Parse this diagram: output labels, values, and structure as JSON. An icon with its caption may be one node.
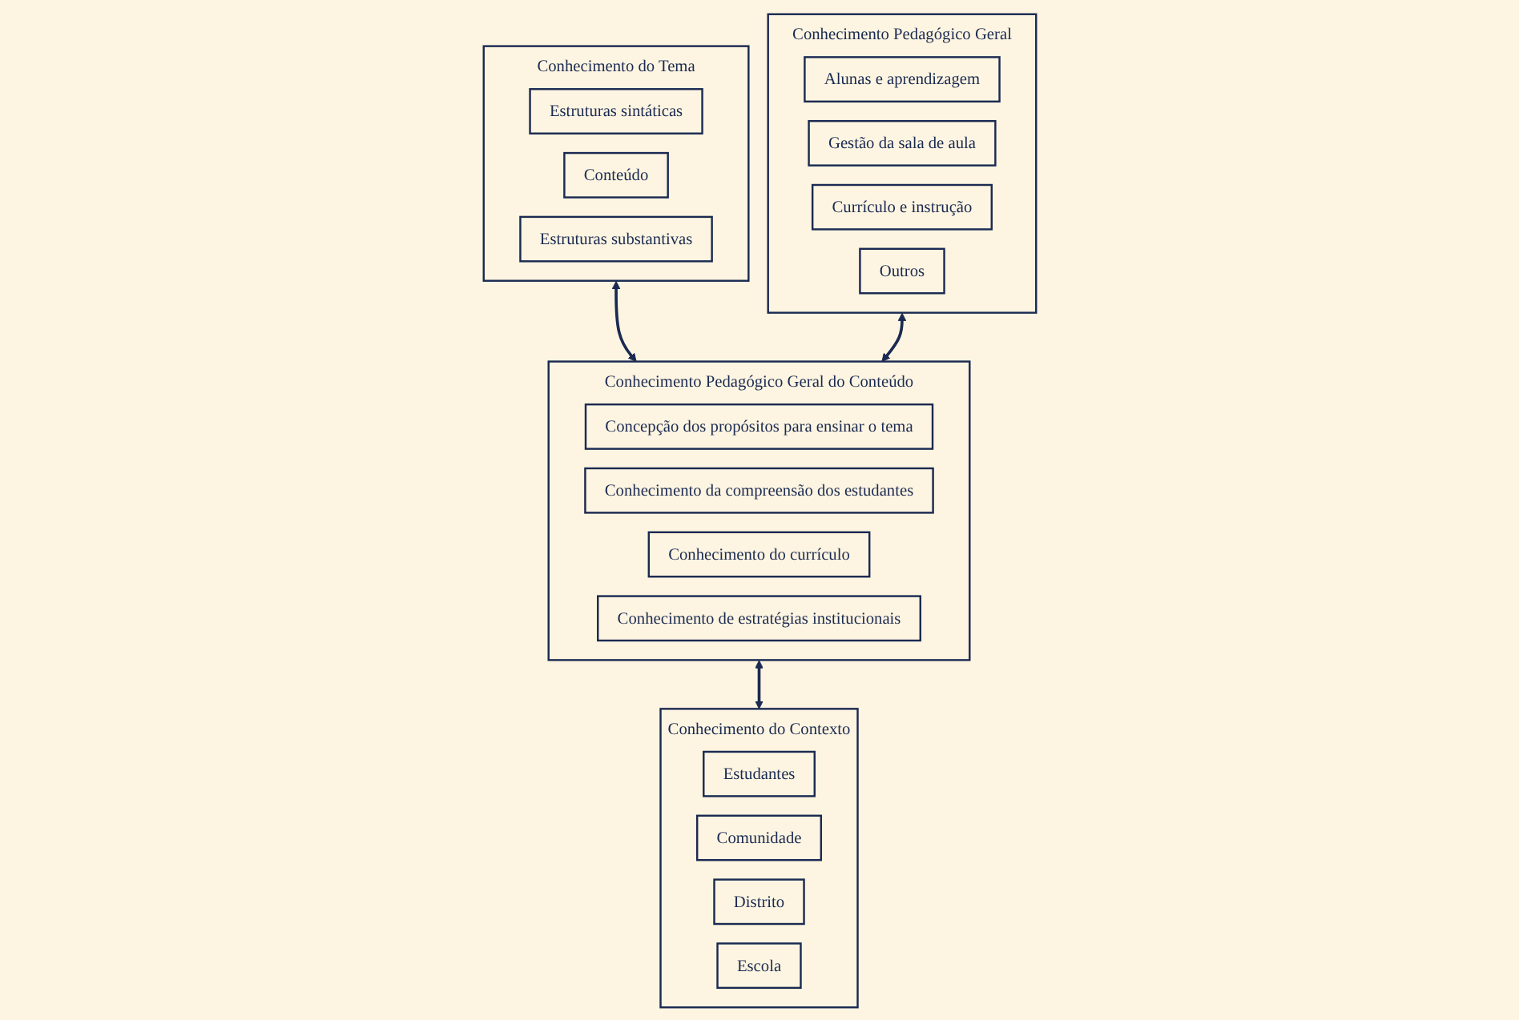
{
  "diagram": {
    "nodes": [
      {
        "text": [
          "Conhecimento do Tema"
        ]
      },
      {
        "text": [
          "Estruturas sintáticas"
        ],
        "in": 0
      },
      {
        "text": [
          "Conteúdo"
        ],
        "in": 0
      },
      {
        "text": [
          "Estruturas substantivas"
        ],
        "in": 0
      },
      {
        "text": [
          "Conhecimento Pedagógico Geral"
        ]
      },
      {
        "text": [
          "Alunas e aprendizagem"
        ],
        "in": 4
      },
      {
        "text": [
          "Gestão da sala de aula"
        ],
        "in": 4
      },
      {
        "text": [
          "Currículo e instrução"
        ],
        "in": 4
      },
      {
        "text": [
          "Outros"
        ],
        "in": 4
      },
      {
        "text": [
          "Conhecimento Pedagógico Geral do Conteúdo"
        ]
      },
      {
        "text": [
          "Concepção dos propósitos para ensinar o tema"
        ],
        "in": 9
      },
      {
        "text": [
          "Conhecimento da compreensão dos estudantes"
        ],
        "in": 9
      },
      {
        "text": [
          "Conhecimento do currículo"
        ],
        "in": 9
      },
      {
        "text": [
          "Conhecimento de estratégias institucionais"
        ],
        "in": 9
      },
      {
        "text": [
          "Conhecimento do Contexto"
        ]
      },
      {
        "text": [
          "Estudantes"
        ],
        "in": 14
      },
      {
        "text": [
          "Comunidade"
        ],
        "in": 14
      },
      {
        "text": [
          "Distrito"
        ],
        "in": 14
      },
      {
        "text": [
          "Escola"
        ],
        "in": 14
      }
    ],
    "edges": [
      {
        "from": 0,
        "to": 9,
        "arrow": "both"
      },
      {
        "from": 4,
        "to": 9,
        "arrow": "both"
      },
      {
        "from": 9,
        "to": 14,
        "arrow": "both"
      }
    ]
  }
}
